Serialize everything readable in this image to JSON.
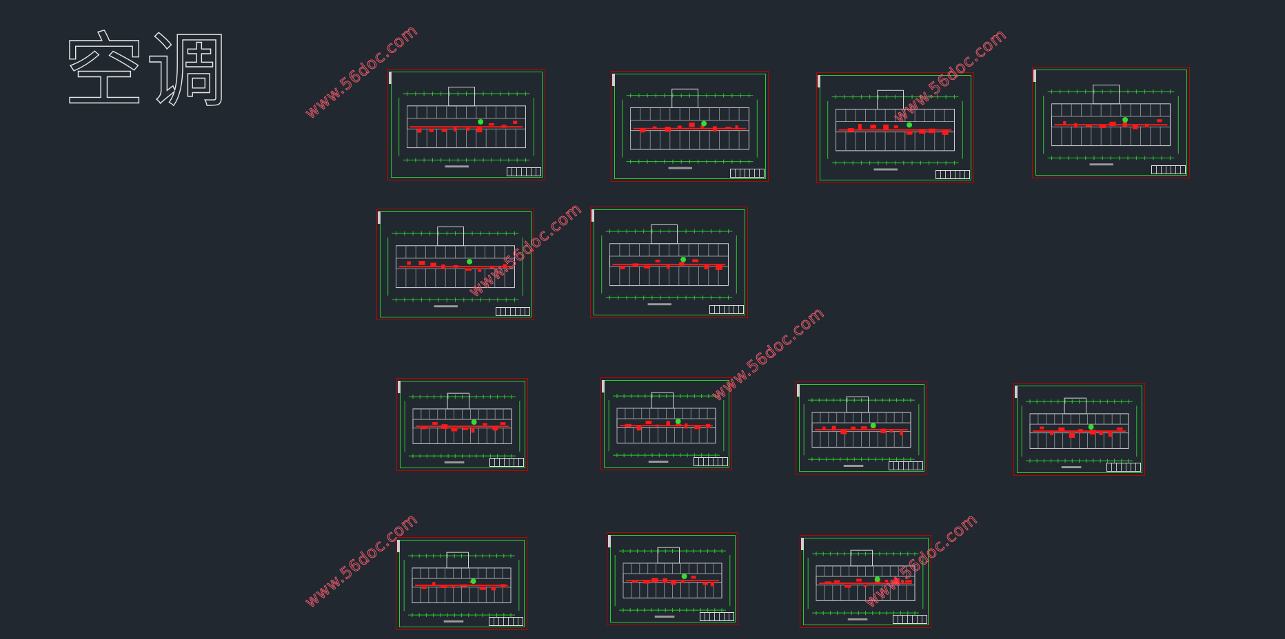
{
  "title": "空调",
  "watermark": "www.56doc.com",
  "colors": {
    "background": "#212830",
    "sheet_border": "#c00000",
    "frame": "#2ecc2e",
    "ducts": "#ff1a1a",
    "watermark": "#e85a6a"
  },
  "sheets": [
    {
      "name": "plan-sheet-1"
    },
    {
      "name": "plan-sheet-2"
    },
    {
      "name": "plan-sheet-3"
    },
    {
      "name": "plan-sheet-4"
    },
    {
      "name": "plan-sheet-5"
    },
    {
      "name": "plan-sheet-6"
    },
    {
      "name": "plan-sheet-7"
    },
    {
      "name": "plan-sheet-8"
    },
    {
      "name": "plan-sheet-9"
    },
    {
      "name": "plan-sheet-10"
    },
    {
      "name": "plan-sheet-11"
    },
    {
      "name": "plan-sheet-12"
    },
    {
      "name": "plan-sheet-13"
    }
  ]
}
